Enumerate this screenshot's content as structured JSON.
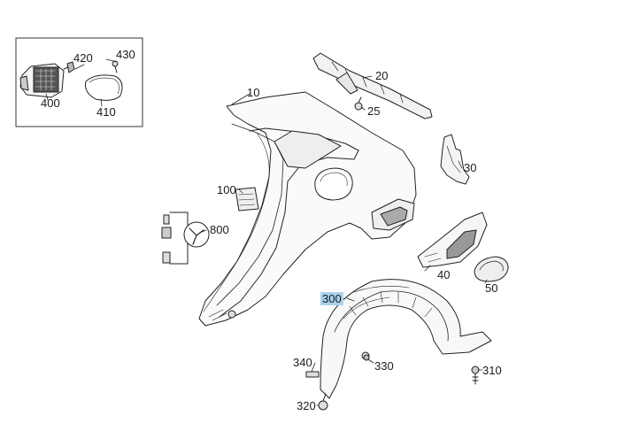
{
  "callouts": {
    "c10": "10",
    "c20": "20",
    "c25": "25",
    "c30": "30",
    "c40": "40",
    "c50": "50",
    "c100": "100",
    "c300": "300",
    "c310": "310",
    "c320": "320",
    "c330": "330",
    "c340": "340",
    "c400": "400",
    "c410": "410",
    "c420": "420",
    "c430": "430",
    "c800": "800"
  },
  "highlight_color": "#a9d3ec"
}
